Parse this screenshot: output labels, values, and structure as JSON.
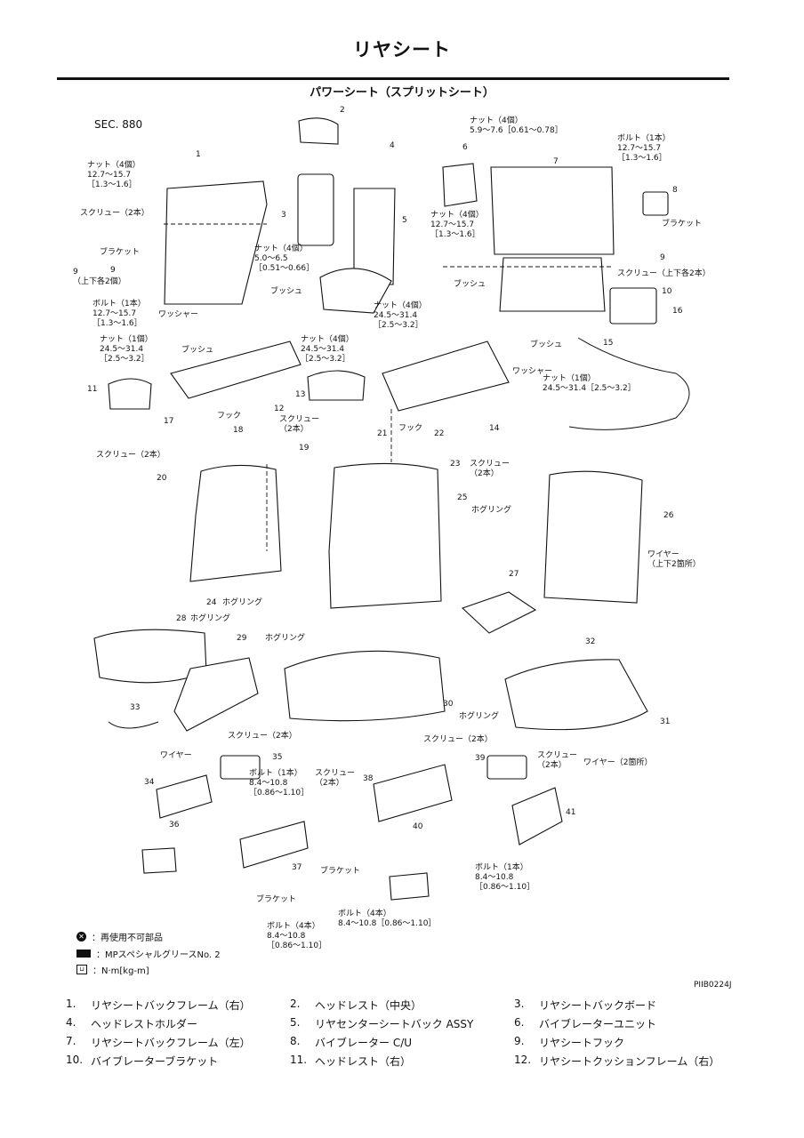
{
  "header": {
    "title": "リヤシート",
    "subtitle": "パワーシート（スプリットシート）"
  },
  "diagram": {
    "section": "SEC. 880",
    "image_id": "PIIB0224J",
    "callouts": [
      {
        "id": "nut-1",
        "text": [
          "ナット（4個）",
          "12.7～15.7",
          "［1.3～1.6］"
        ]
      },
      {
        "id": "screw-1",
        "text": [
          "スクリュー（2本）"
        ]
      },
      {
        "id": "bracket-1",
        "text": [
          "ブラケット"
        ]
      },
      {
        "id": "hook-9a",
        "text": [
          "9",
          "（上下各2個）"
        ]
      },
      {
        "id": "bolt-1",
        "text": [
          "ボルト（1本）",
          "12.7～15.7",
          "［1.3～1.6］"
        ]
      },
      {
        "id": "washer-1",
        "text": [
          "ワッシャー"
        ]
      },
      {
        "id": "nut-2",
        "text": [
          "ナット（4個）",
          "5.0～6.5",
          "［0.51～0.66］"
        ]
      },
      {
        "id": "bush-1",
        "text": [
          "ブッシュ"
        ]
      },
      {
        "id": "nut-3",
        "text": [
          "ナット（1個）",
          "24.5～31.4",
          "［2.5～3.2］"
        ]
      },
      {
        "id": "bush-2",
        "text": [
          "ブッシュ"
        ]
      },
      {
        "id": "nut-4",
        "text": [
          "ナット（4個）",
          "24.5～31.4",
          "［2.5～3.2］"
        ]
      },
      {
        "id": "nut-5",
        "text": [
          "ナット（4個）",
          "24.5～31.4",
          "［2.5～3.2］"
        ]
      },
      {
        "id": "nut-6",
        "text": [
          "ナット（4個）",
          "5.9～7.6［0.61～0.78］"
        ]
      },
      {
        "id": "nut-7",
        "text": [
          "ナット（4個）",
          "12.7～15.7",
          "［1.3～1.6］"
        ]
      },
      {
        "id": "bolt-2",
        "text": [
          "ボルト（1本）",
          "12.7～15.7",
          "［1.3～1.6］"
        ]
      },
      {
        "id": "bracket-2",
        "text": [
          "ブラケット"
        ]
      },
      {
        "id": "screw-2",
        "text": [
          "スクリュー（上下各2本）"
        ]
      },
      {
        "id": "bush-3",
        "text": [
          "ブッシュ"
        ]
      },
      {
        "id": "bush-4",
        "text": [
          "ブッシュ"
        ]
      },
      {
        "id": "washer-2",
        "text": [
          "ワッシャー"
        ]
      },
      {
        "id": "nut-8",
        "text": [
          "ナット（1個）",
          "24.5～31.4［2.5～3.2］"
        ]
      },
      {
        "id": "hook-1",
        "text": [
          "フック"
        ]
      },
      {
        "id": "hook-2",
        "text": [
          "フック"
        ]
      },
      {
        "id": "screw-3",
        "text": [
          "スクリュー",
          "（2本）"
        ]
      },
      {
        "id": "screw-4",
        "text": [
          "スクリュー（2本）"
        ]
      },
      {
        "id": "screw-5",
        "text": [
          "スクリュー",
          "（2本）"
        ]
      },
      {
        "id": "hogring-25",
        "text": [
          "ホグリング"
        ]
      },
      {
        "id": "wire-1",
        "text": [
          "ワイヤー",
          "（上下2箇所）"
        ]
      },
      {
        "id": "hogring-24",
        "text": [
          "ホグリング"
        ]
      },
      {
        "id": "hogring-28",
        "text": [
          "ホグリング"
        ]
      },
      {
        "id": "hogring-29",
        "text": [
          "ホグリング"
        ]
      },
      {
        "id": "hogring-30",
        "text": [
          "ホグリング"
        ]
      },
      {
        "id": "wire-2",
        "text": [
          "ワイヤー"
        ]
      },
      {
        "id": "wire-3",
        "text": [
          "ワイヤー（2箇所）"
        ]
      },
      {
        "id": "screw-6",
        "text": [
          "スクリュー（2本）"
        ]
      },
      {
        "id": "screw-7",
        "text": [
          "スクリュー（2本）"
        ]
      },
      {
        "id": "screw-8",
        "text": [
          "スクリュー",
          "（2本）"
        ]
      },
      {
        "id": "bolt-3",
        "text": [
          "ボルト（1本）",
          "8.4～10.8",
          "［0.86～1.10］"
        ]
      },
      {
        "id": "screw-9",
        "text": [
          "スクリュー",
          "（2本）"
        ]
      },
      {
        "id": "bracket-3",
        "text": [
          "ブラケット"
        ]
      },
      {
        "id": "bracket-4",
        "text": [
          "ブラケット"
        ]
      },
      {
        "id": "bolt-4",
        "text": [
          "ボルト（4本）",
          "8.4～10.8",
          "［0.86～1.10］"
        ]
      },
      {
        "id": "bolt-5",
        "text": [
          "ボルト（4本）",
          "8.4～10.8［0.86～1.10］"
        ]
      },
      {
        "id": "bolt-6",
        "text": [
          "ボルト（1本）",
          "8.4～10.8",
          "［0.86～1.10］"
        ]
      }
    ],
    "numbers": [
      "1",
      "2",
      "3",
      "4",
      "5",
      "6",
      "7",
      "8",
      "9",
      "9",
      "10",
      "11",
      "12",
      "13",
      "14",
      "15",
      "16",
      "17",
      "18",
      "19",
      "20",
      "21",
      "22",
      "23",
      "24",
      "25",
      "26",
      "27",
      "28",
      "29",
      "30",
      "31",
      "32",
      "33",
      "34",
      "35",
      "36",
      "37",
      "38",
      "39",
      "40",
      "41"
    ],
    "legend": [
      {
        "icon": "x-circle-icon",
        "text": "：再使用不可部品"
      },
      {
        "icon": "grease-icon",
        "text": "：MPスペシャルグリースNo. 2"
      },
      {
        "icon": "torque-wrench-icon",
        "text": "：N·m[kg-m]"
      }
    ]
  },
  "parts": [
    {
      "no": "1.",
      "name": "リヤシートバックフレーム（右）"
    },
    {
      "no": "2.",
      "name": "ヘッドレスト（中央）"
    },
    {
      "no": "3.",
      "name": "リヤシートバックボード"
    },
    {
      "no": "4.",
      "name": "ヘッドレストホルダー"
    },
    {
      "no": "5.",
      "name": "リヤセンターシートバック ASSY"
    },
    {
      "no": "6.",
      "name": "バイブレーターユニット"
    },
    {
      "no": "7.",
      "name": "リヤシートバックフレーム（左）"
    },
    {
      "no": "8.",
      "name": "バイブレーター C/U"
    },
    {
      "no": "9.",
      "name": "リヤシートフック"
    },
    {
      "no": "10.",
      "name": "バイブレーターブラケット"
    },
    {
      "no": "11.",
      "name": "ヘッドレスト（右）"
    },
    {
      "no": "12.",
      "name": "リヤシートクッションフレーム（右）"
    }
  ]
}
